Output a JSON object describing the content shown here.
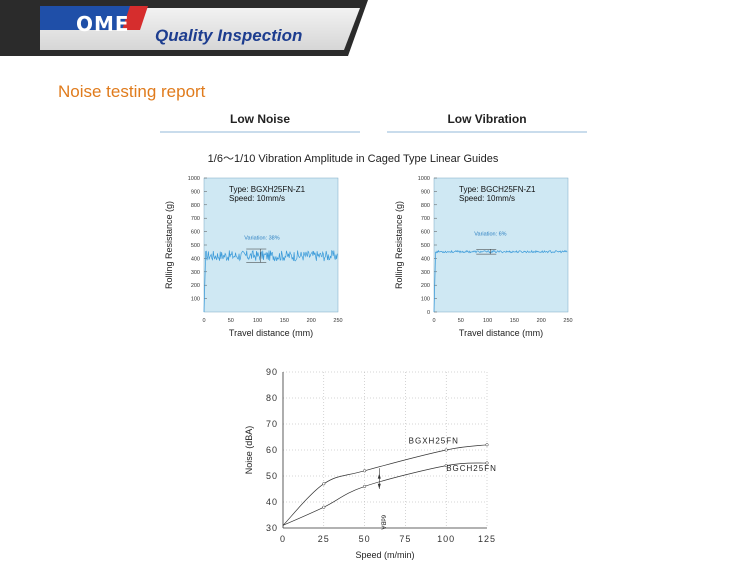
{
  "header": {
    "logo_text": "OME",
    "title": "Quality Inspection",
    "colors": {
      "banner_dark": "#2a2a2a",
      "banner_light": "#e4e4e4",
      "logo_blue": "#1f4fa8",
      "logo_red": "#d62d2d"
    }
  },
  "report": {
    "title": "Noise testing report",
    "title_color": "#e07b1c"
  },
  "sections": {
    "left": "Low Noise",
    "right": "Low Vibration"
  },
  "subtitle": "1/6～1/10 Vibration Amplitude in Caged Type Linear Guides",
  "chart_data": [
    {
      "type": "line",
      "ylabel": "Rolling Resistance (g)",
      "xlabel": "Travel distance (mm)",
      "x_ticks": [
        "0",
        "50",
        "100",
        "150",
        "200",
        "250"
      ],
      "y_ticks": [
        "1000",
        "900",
        "800",
        "700",
        "600",
        "500",
        "400",
        "300",
        "200",
        "100"
      ],
      "xlim": [
        0,
        250
      ],
      "ylim": [
        0,
        1000
      ],
      "annotation_type": "Type: BGXH25FN-Z1",
      "annotation_speed": "Speed: 10mm/s",
      "variation": "Variation: 38%",
      "mean_level": 420,
      "amplitude": 40,
      "background_color": "#cfe8f3",
      "line_color": "#3a9ad9"
    },
    {
      "type": "line",
      "ylabel": "Rolling Resistance (g)",
      "xlabel": "Travel distance (mm)",
      "x_ticks": [
        "0",
        "50",
        "100",
        "150",
        "200",
        "250"
      ],
      "y_ticks": [
        "1000",
        "900",
        "800",
        "700",
        "600",
        "500",
        "400",
        "300",
        "200",
        "100",
        "0"
      ],
      "xlim": [
        0,
        250
      ],
      "ylim": [
        0,
        1000
      ],
      "annotation_type": "Type: BGCH25FN-Z1",
      "annotation_speed": "Speed: 10mm/s",
      "variation": "Variation: 6%",
      "mean_level": 450,
      "amplitude": 8,
      "background_color": "#cfe8f3",
      "line_color": "#3a9ad9"
    },
    {
      "type": "line",
      "ylabel": "Noise (dBA)",
      "xlabel": "Speed (m/min)",
      "x_ticks": [
        "0",
        "25",
        "50",
        "75",
        "100",
        "125"
      ],
      "y_ticks": [
        "90",
        "80",
        "70",
        "60",
        "50",
        "40",
        "30"
      ],
      "xlim": [
        0,
        125
      ],
      "ylim": [
        30,
        90
      ],
      "difference_label": "6dBA",
      "series": [
        {
          "name": "BGXH25FN",
          "x": [
            0,
            25,
            50,
            100,
            125
          ],
          "y": [
            31,
            47,
            52,
            60,
            62
          ]
        },
        {
          "name": "BGCH25FN",
          "x": [
            0,
            25,
            50,
            100,
            125
          ],
          "y": [
            31,
            38,
            46,
            54,
            55
          ]
        }
      ]
    }
  ]
}
